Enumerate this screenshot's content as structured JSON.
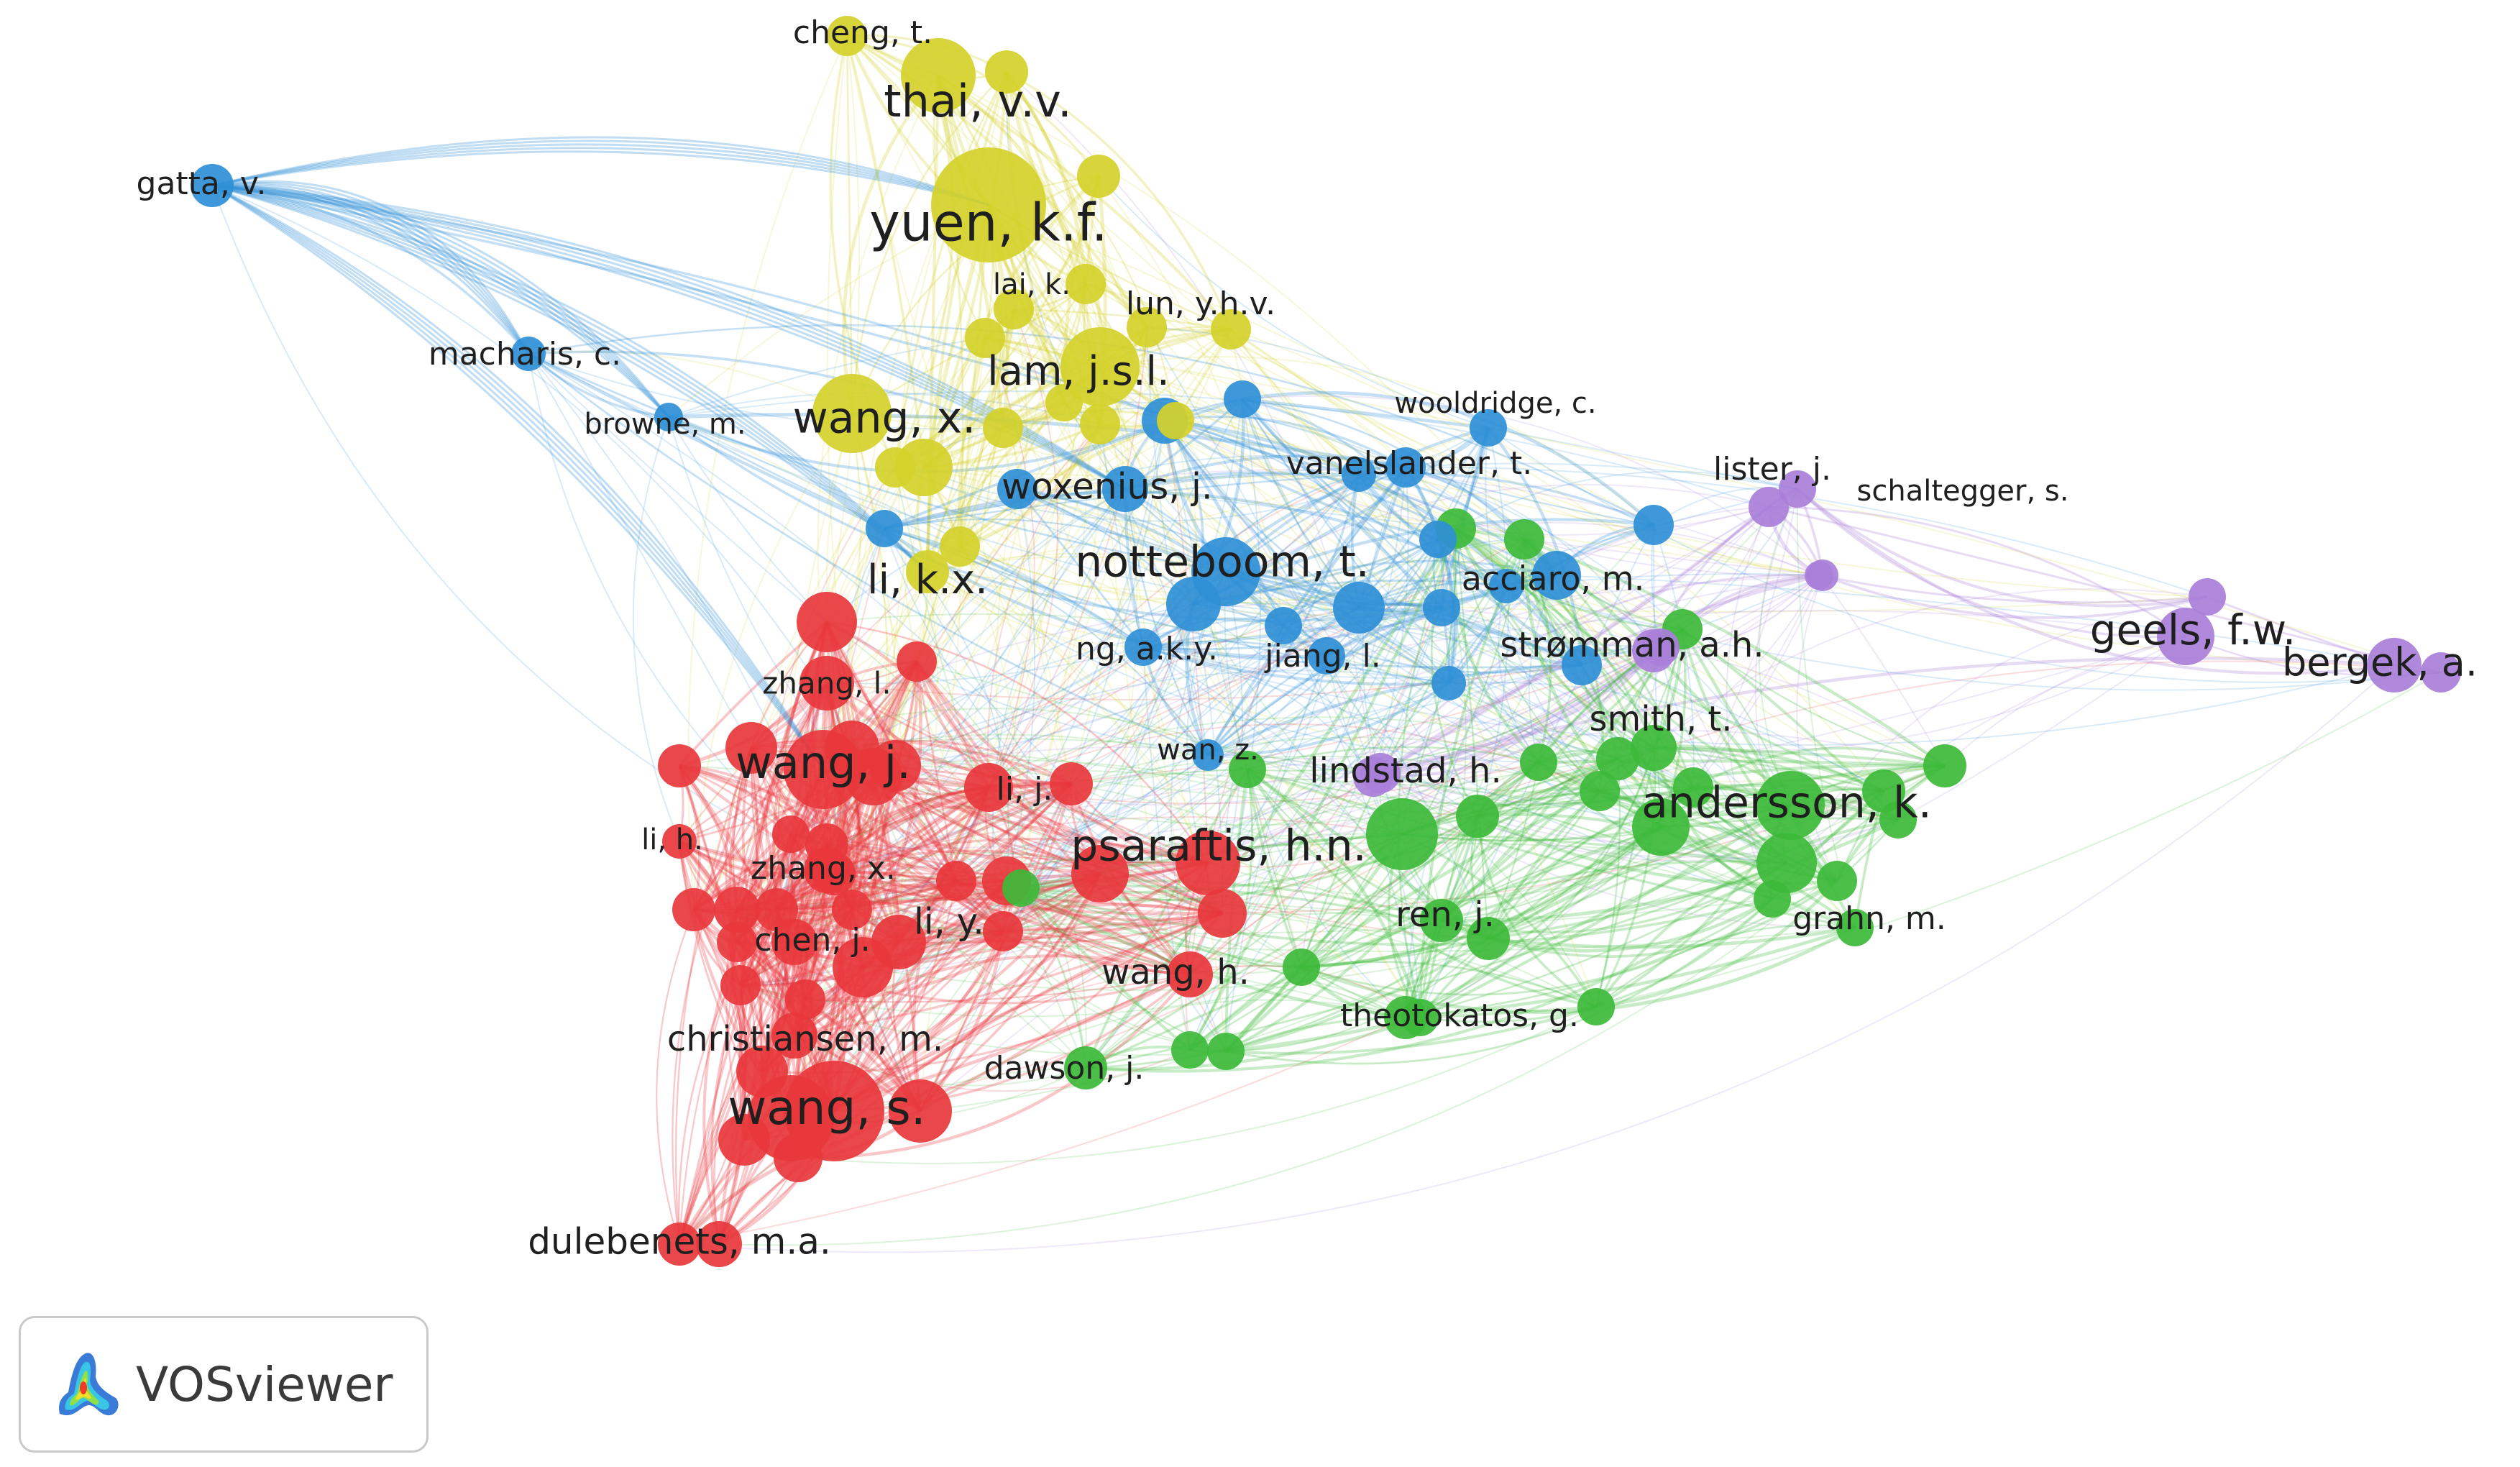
{
  "app": {
    "name": "VOSviewer",
    "logo_icon": "vosviewer-logo-icon"
  },
  "clusters": {
    "red": "#e8373c",
    "green": "#3dba3a",
    "blue": "#2f8fd6",
    "yellow": "#d4d12a",
    "purple": "#a97fd9"
  },
  "nodes": [
    {
      "id": "cheng",
      "label": "cheng, t.",
      "cluster": "yellow"
    },
    {
      "id": "thai",
      "label": "thai, v.v.",
      "cluster": "yellow"
    },
    {
      "id": "yuen",
      "label": "yuen, k.f.",
      "cluster": "yellow"
    },
    {
      "id": "lai",
      "label": "lai, k.",
      "cluster": "yellow"
    },
    {
      "id": "lun",
      "label": "lun, y.h.v.",
      "cluster": "yellow"
    },
    {
      "id": "lam",
      "label": "lam, j.s.l.",
      "cluster": "yellow"
    },
    {
      "id": "wangx",
      "label": "wang, x.",
      "cluster": "yellow"
    },
    {
      "id": "likx",
      "label": "li, k.x.",
      "cluster": "yellow"
    },
    {
      "id": "gatta",
      "label": "gatta, v.",
      "cluster": "blue"
    },
    {
      "id": "macharis",
      "label": "macharis, c.",
      "cluster": "blue"
    },
    {
      "id": "browne",
      "label": "browne, m.",
      "cluster": "blue"
    },
    {
      "id": "woxenius",
      "label": "woxenius, j.",
      "cluster": "blue"
    },
    {
      "id": "notteboom",
      "label": "notteboom, t.",
      "cluster": "blue"
    },
    {
      "id": "wooldridge",
      "label": "wooldridge, c.",
      "cluster": "blue"
    },
    {
      "id": "vanelslander",
      "label": "vanelslander, t.",
      "cluster": "blue"
    },
    {
      "id": "acciaro",
      "label": "acciaro, m.",
      "cluster": "blue"
    },
    {
      "id": "ngaky",
      "label": "ng, a.k.y.",
      "cluster": "blue"
    },
    {
      "id": "jiang",
      "label": "jiang, l.",
      "cluster": "blue"
    },
    {
      "id": "wanz",
      "label": "wan, z.",
      "cluster": "blue"
    },
    {
      "id": "lister",
      "label": "lister, j.",
      "cluster": "purple"
    },
    {
      "id": "schaltegger",
      "label": "schaltegger, s.",
      "cluster": "purple"
    },
    {
      "id": "geels",
      "label": "geels, f.w.",
      "cluster": "purple"
    },
    {
      "id": "bergek",
      "label": "bergek, a.",
      "cluster": "purple"
    },
    {
      "id": "stromman",
      "label": "strømman, a.h.",
      "cluster": "purple"
    },
    {
      "id": "lindstad",
      "label": "lindstad, h.",
      "cluster": "purple"
    },
    {
      "id": "smith",
      "label": "smith, t.",
      "cluster": "green"
    },
    {
      "id": "andersson",
      "label": "andersson, k.",
      "cluster": "green"
    },
    {
      "id": "renj",
      "label": "ren, j.",
      "cluster": "green"
    },
    {
      "id": "grahn",
      "label": "grahn, m.",
      "cluster": "green"
    },
    {
      "id": "theotokatos",
      "label": "theotokatos, g.",
      "cluster": "green"
    },
    {
      "id": "dawson",
      "label": "dawson, j.",
      "cluster": "green"
    },
    {
      "id": "psaraftis",
      "label": "psaraftis, h.n.",
      "cluster": "red"
    },
    {
      "id": "zhangl",
      "label": "zhang, l.",
      "cluster": "red"
    },
    {
      "id": "wangj",
      "label": "wang, j.",
      "cluster": "red"
    },
    {
      "id": "lij",
      "label": "li, j.",
      "cluster": "red"
    },
    {
      "id": "lih",
      "label": "li, h.",
      "cluster": "red"
    },
    {
      "id": "zhangx",
      "label": "zhang, x.",
      "cluster": "red"
    },
    {
      "id": "liy",
      "label": "li, y.",
      "cluster": "red"
    },
    {
      "id": "chenj",
      "label": "chen, j.",
      "cluster": "red"
    },
    {
      "id": "wangh",
      "label": "wang, h.",
      "cluster": "red"
    },
    {
      "id": "christiansen",
      "label": "christiansen, m.",
      "cluster": "red"
    },
    {
      "id": "wangs",
      "label": "wang, s.",
      "cluster": "red"
    },
    {
      "id": "dulebenets",
      "label": "dulebenets, m.a.",
      "cluster": "red"
    }
  ]
}
